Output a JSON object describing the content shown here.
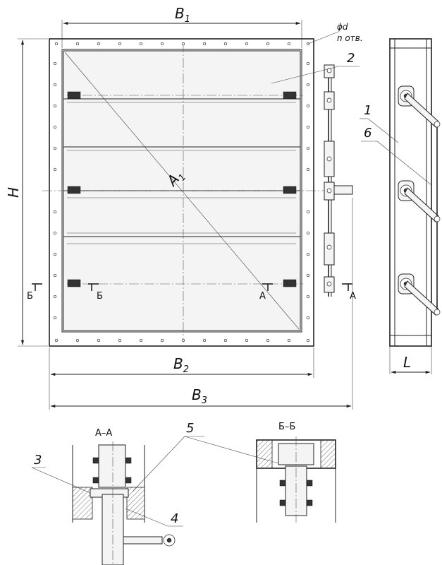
{
  "dimensions": {
    "b1": "B",
    "b1_sub": "1",
    "b2": "B",
    "b2_sub": "2",
    "b3": "B",
    "b3_sub": "3",
    "h": "H",
    "a1": "A",
    "a1_sub": "1",
    "l": "L",
    "phi_d": "ϕd",
    "n_holes": "n отв."
  },
  "callouts": {
    "c1": "1",
    "c2": "2",
    "c3": "3",
    "c4": "4",
    "c5": "5",
    "c6": "6"
  },
  "sections": {
    "aa_title": "А–А",
    "bb_title": "Б–Б",
    "a_mark": "А",
    "b_mark": "Б"
  }
}
